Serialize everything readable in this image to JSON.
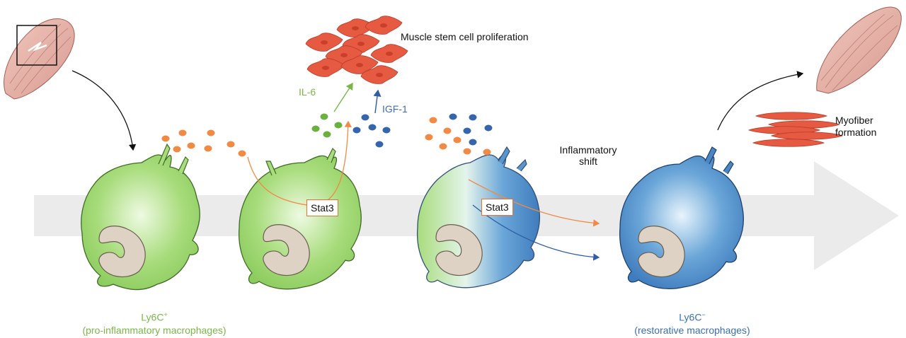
{
  "labels": {
    "stem_cell": "Muscle stem cell proliferation",
    "il6": "IL-6",
    "igf1": "IGF-1",
    "stat3_a": "Stat3",
    "stat3_b": "Stat3",
    "shift_line1": "Inflammatory",
    "shift_line2": "shift",
    "myofiber_line1": "Myofiber",
    "myofiber_line2": "formation",
    "ly6c_pos_name": "Ly6C",
    "ly6c_pos_sup": "+",
    "ly6c_pos_desc": "(pro-inflammatory macrophages)",
    "ly6c_neg_name": "Ly6C",
    "ly6c_neg_sup": "−",
    "ly6c_neg_desc": "(restorative macrophages)"
  },
  "colors": {
    "pro_inflammatory": "#9fd870",
    "restorative": "#4a86c2",
    "il6_dots": "#6ab23c",
    "igf1_dots": "#3566ad",
    "cytokine_orange": "#f08a45",
    "arrow_orange": "#f08a45",
    "arrow_blue": "#2f5ea6",
    "arrow_green": "#7ab648",
    "nucleus": "#ddd2c4",
    "muscle": "#e6b4aa",
    "stem_cells": "#e65a42",
    "background_arrow": "#ebebeb"
  }
}
